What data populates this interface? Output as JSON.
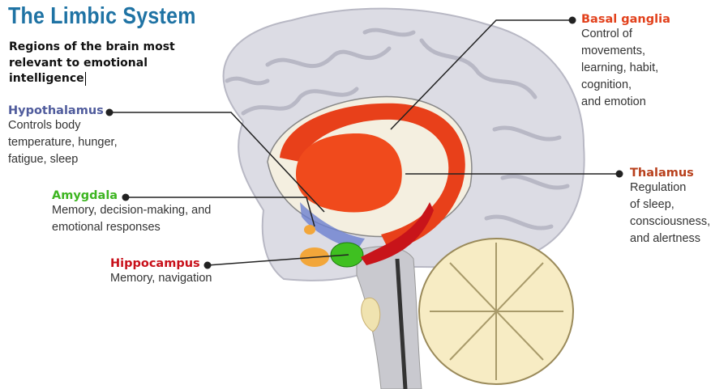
{
  "title": "The Limbic System",
  "subtitle": "Regions of the brain most relevant to emotional intelligence",
  "regions": [
    {
      "name": "Hypothalamus",
      "description": "Controls body\ntemperature, hunger,\nfatigue, sleep",
      "color": "#4f5b9c"
    },
    {
      "name": "Amygdala",
      "description": "Memory, decision-making, and\nemotional responses",
      "color": "#3db521"
    },
    {
      "name": "Hippocampus",
      "description": "Memory, navigation",
      "color": "#c8101a"
    },
    {
      "name": "Basal ganglia",
      "description": "Control of\nmovements,\nlearning, habit,\ncognition,\nand emotion",
      "color": "#e2411c"
    },
    {
      "name": "Thalamus",
      "description": "Regulation\nof sleep,\nconsciousness,\nand alertness",
      "color": "#b8401c"
    }
  ]
}
